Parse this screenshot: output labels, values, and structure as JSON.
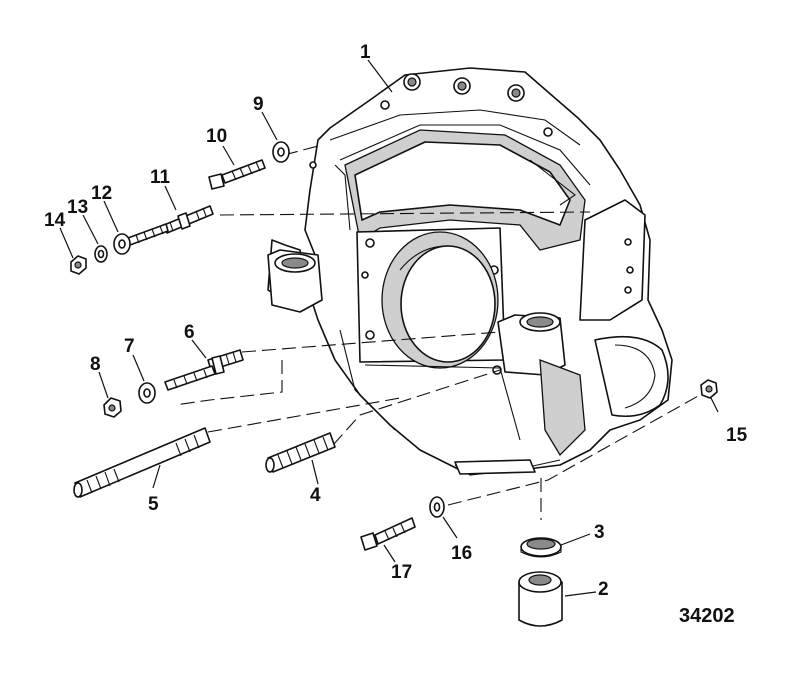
{
  "callouts": [
    {
      "id": "c1",
      "text": "1"
    },
    {
      "id": "c2",
      "text": "2"
    },
    {
      "id": "c3",
      "text": "3"
    },
    {
      "id": "c4",
      "text": "4"
    },
    {
      "id": "c5",
      "text": "5"
    },
    {
      "id": "c6",
      "text": "6"
    },
    {
      "id": "c7",
      "text": "7"
    },
    {
      "id": "c8",
      "text": "8"
    },
    {
      "id": "c9",
      "text": "9"
    },
    {
      "id": "c10",
      "text": "10"
    },
    {
      "id": "c11",
      "text": "11"
    },
    {
      "id": "c12",
      "text": "12"
    },
    {
      "id": "c13",
      "text": "13"
    },
    {
      "id": "c14",
      "text": "14"
    },
    {
      "id": "c15",
      "text": "15"
    },
    {
      "id": "c16",
      "text": "16"
    },
    {
      "id": "c17",
      "text": "17"
    }
  ],
  "figure_number": "34202"
}
